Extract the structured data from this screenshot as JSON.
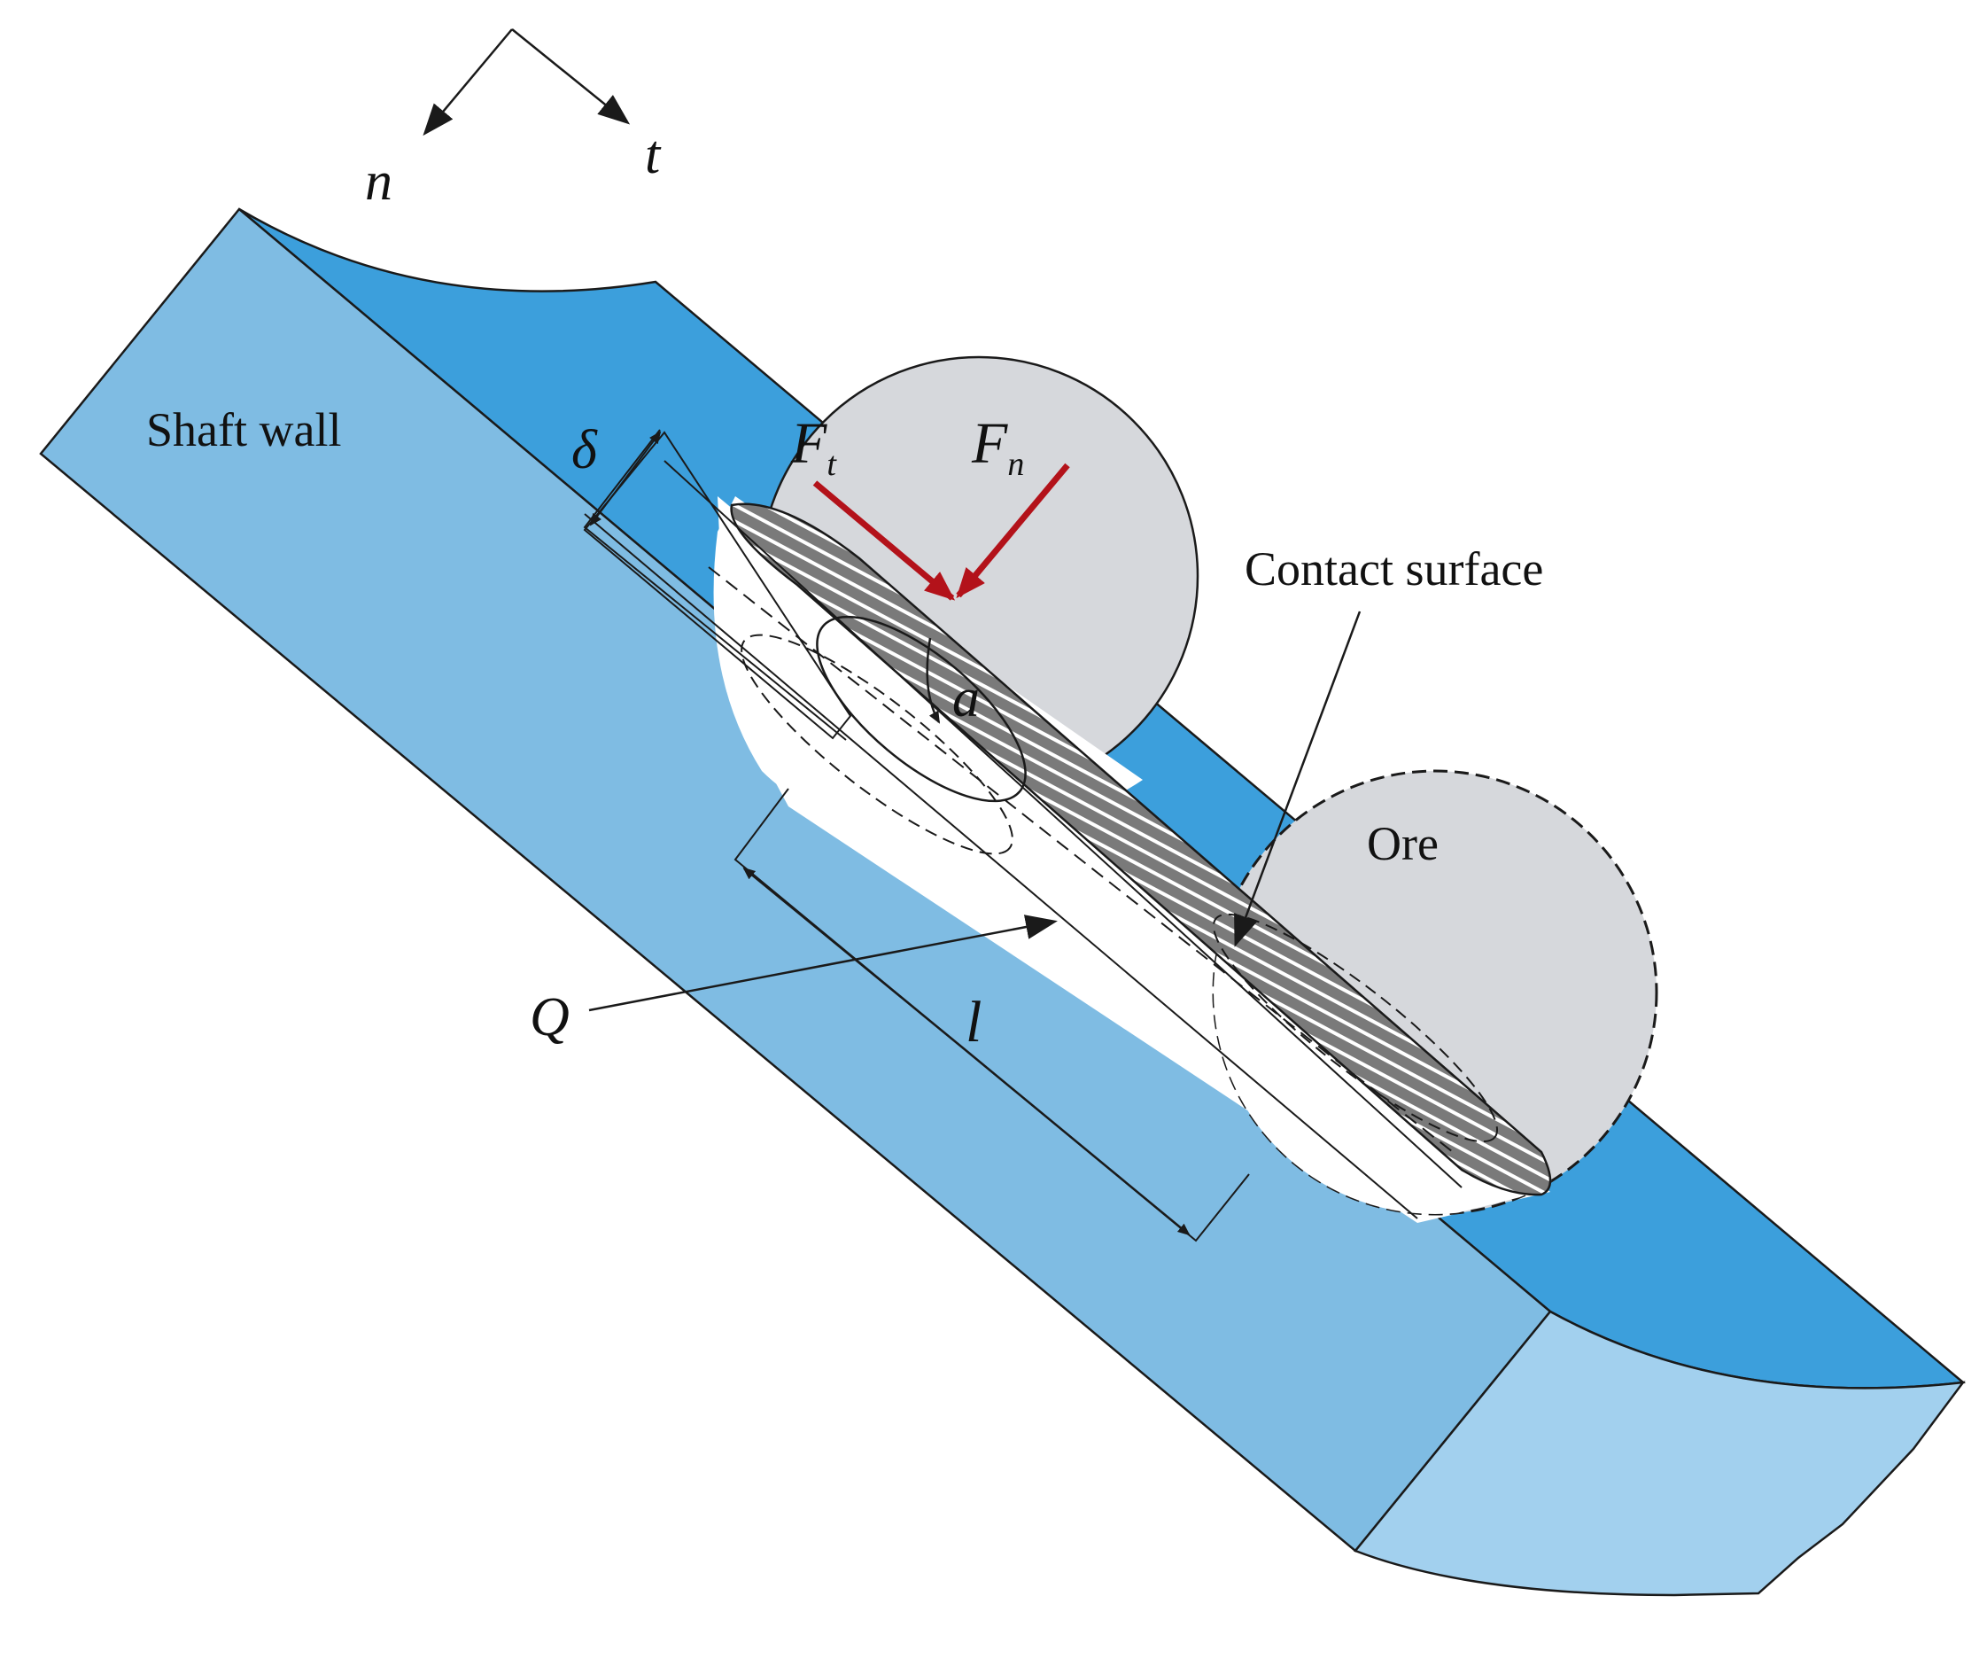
{
  "axes": {
    "n_label": "n",
    "t_label": "t"
  },
  "labels": {
    "shaft_wall": "Shaft wall",
    "delta": "δ",
    "force_t_main": "F",
    "force_t_sub": "t",
    "force_n_main": "F",
    "force_n_sub": "n",
    "contact_surface": "Contact surface",
    "alpha": "a",
    "ore": "Ore",
    "q": "Q",
    "l": "l"
  },
  "colors": {
    "wall_light": "#7fbce3",
    "wall_dark": "#3c9fdc",
    "wall_end": "#a2d0ee",
    "ore_fill": "#d6d8dc",
    "force_arrow": "#b3121a",
    "hatch_bg": "#7a7a7a",
    "line": "#1a1a1a"
  }
}
